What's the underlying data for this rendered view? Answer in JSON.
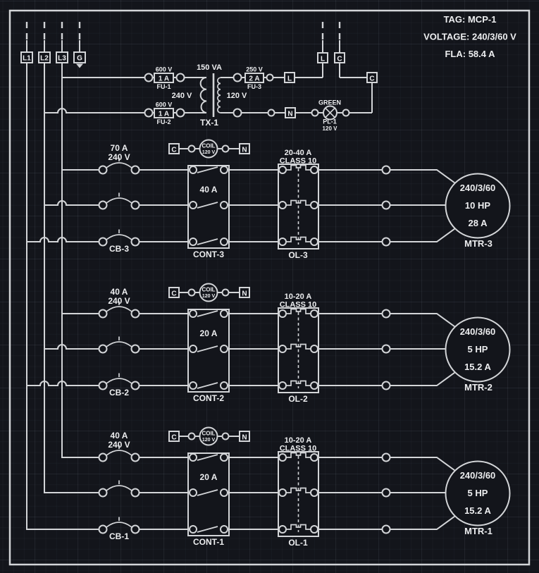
{
  "colors": {
    "background": "#13151b",
    "wire": "#d3d5d8",
    "text": "#edeef0"
  },
  "panel_info": {
    "tag": "TAG: MCP-1",
    "voltage": "VOLTAGE: 240/3/60 V",
    "fla": "FLA: 58.4 A"
  },
  "incoming_terminals": {
    "l1": "L1",
    "l2": "L2",
    "l3": "L3",
    "ground": "G"
  },
  "control_circuit": {
    "fu1": {
      "voltage": "600 V",
      "rating": "1 A",
      "tag": "FU-1"
    },
    "fu2": {
      "voltage": "600 V",
      "rating": "1 A",
      "tag": "FU-2"
    },
    "fu3": {
      "voltage": "250 V",
      "rating": "2 A",
      "tag": "FU-3"
    },
    "transformer": {
      "va": "150 VA",
      "primary_voltage": "240 V",
      "secondary_voltage": "120 V",
      "tag": "TX-1"
    },
    "line_terminal": "L",
    "neutral_terminal": "N",
    "control_terminal": "C",
    "top_line_terminal": "L",
    "top_control_terminal": "C",
    "pilot_light": {
      "color": "GREEN",
      "tag": "PL-1",
      "voltage": "120 V"
    }
  },
  "branches": [
    {
      "cb": {
        "rating": "70 A",
        "voltage": "240 V",
        "tag": "CB-3"
      },
      "coil": {
        "c": "C",
        "label": "COIL",
        "voltage": "120 V",
        "n": "N"
      },
      "contactor": {
        "rating": "40 A",
        "tag": "CONT-3"
      },
      "overload": {
        "range": "20-40 A",
        "class": "CLASS 10",
        "tag": "OL-3"
      },
      "motor": {
        "spec": "240/3/60",
        "hp": "10 HP",
        "fla": "28 A",
        "tag": "MTR-3"
      }
    },
    {
      "cb": {
        "rating": "40 A",
        "voltage": "240 V",
        "tag": "CB-2"
      },
      "coil": {
        "c": "C",
        "label": "COIL",
        "voltage": "120 V",
        "n": "N"
      },
      "contactor": {
        "rating": "20 A",
        "tag": "CONT-2"
      },
      "overload": {
        "range": "10-20 A",
        "class": "CLASS 10",
        "tag": "OL-2"
      },
      "motor": {
        "spec": "240/3/60",
        "hp": "5 HP",
        "fla": "15.2 A",
        "tag": "MTR-2"
      }
    },
    {
      "cb": {
        "rating": "40 A",
        "voltage": "240 V",
        "tag": "CB-1"
      },
      "coil": {
        "c": "C",
        "label": "COIL",
        "voltage": "120 V",
        "n": "N"
      },
      "contactor": {
        "rating": "20 A",
        "tag": "CONT-1"
      },
      "overload": {
        "range": "10-20 A",
        "class": "CLASS 10",
        "tag": "OL-1"
      },
      "motor": {
        "spec": "240/3/60",
        "hp": "5 HP",
        "fla": "15.2 A",
        "tag": "MTR-1"
      }
    }
  ]
}
